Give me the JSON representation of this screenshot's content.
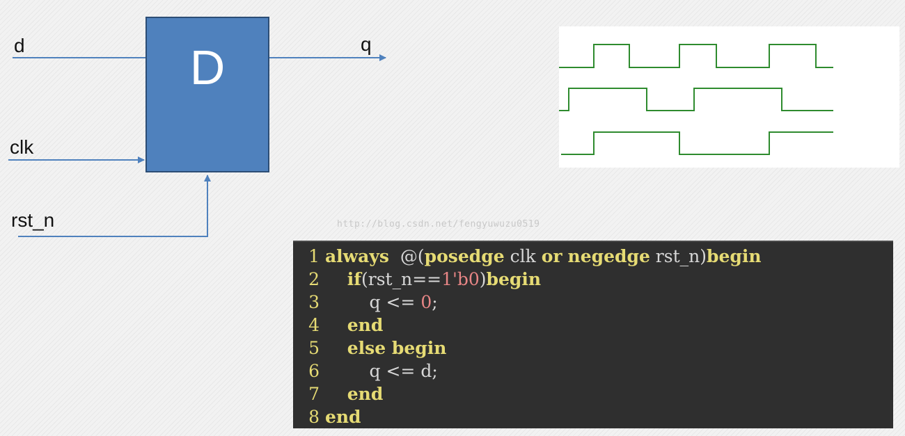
{
  "diagram": {
    "block_label": "D",
    "ports": {
      "d": "d",
      "clk": "clk",
      "rst_n": "rst_n",
      "q": "q"
    },
    "colors": {
      "block_fill": "#4f81bd",
      "block_border": "#2c4d75",
      "wire": "#4f81bd",
      "waveform": "#2e8b2e"
    }
  },
  "watermark": "http://blog.csdn.net/fengyuwuzu0519",
  "code": {
    "lines": [
      {
        "num": "1",
        "tokens": [
          {
            "t": "always",
            "c": "kw"
          },
          {
            "t": "  @(",
            "c": "op"
          },
          {
            "t": "posedge",
            "c": "kw"
          },
          {
            "t": " clk ",
            "c": "id"
          },
          {
            "t": "or",
            "c": "kw"
          },
          {
            "t": " ",
            "c": "id"
          },
          {
            "t": "negedge",
            "c": "kw"
          },
          {
            "t": " rst_n)",
            "c": "id"
          },
          {
            "t": "begin",
            "c": "kw"
          }
        ]
      },
      {
        "num": "2",
        "tokens": [
          {
            "t": "    ",
            "c": "id"
          },
          {
            "t": "if",
            "c": "kw"
          },
          {
            "t": "(rst_n==",
            "c": "id"
          },
          {
            "t": "1'b0",
            "c": "num"
          },
          {
            "t": ")",
            "c": "id"
          },
          {
            "t": "begin",
            "c": "kw"
          }
        ]
      },
      {
        "num": "3",
        "tokens": [
          {
            "t": "        q <= ",
            "c": "id"
          },
          {
            "t": "0",
            "c": "num"
          },
          {
            "t": ";",
            "c": "id"
          }
        ]
      },
      {
        "num": "4",
        "tokens": [
          {
            "t": "    ",
            "c": "id"
          },
          {
            "t": "end",
            "c": "kw"
          }
        ]
      },
      {
        "num": "5",
        "tokens": [
          {
            "t": "    ",
            "c": "id"
          },
          {
            "t": "else begin",
            "c": "kw"
          }
        ]
      },
      {
        "num": "6",
        "tokens": [
          {
            "t": "        q <= d;",
            "c": "id"
          }
        ]
      },
      {
        "num": "7",
        "tokens": [
          {
            "t": "    ",
            "c": "id"
          },
          {
            "t": "end",
            "c": "kw"
          }
        ]
      },
      {
        "num": "8",
        "tokens": [
          {
            "t": "end",
            "c": "kw"
          }
        ]
      }
    ]
  }
}
